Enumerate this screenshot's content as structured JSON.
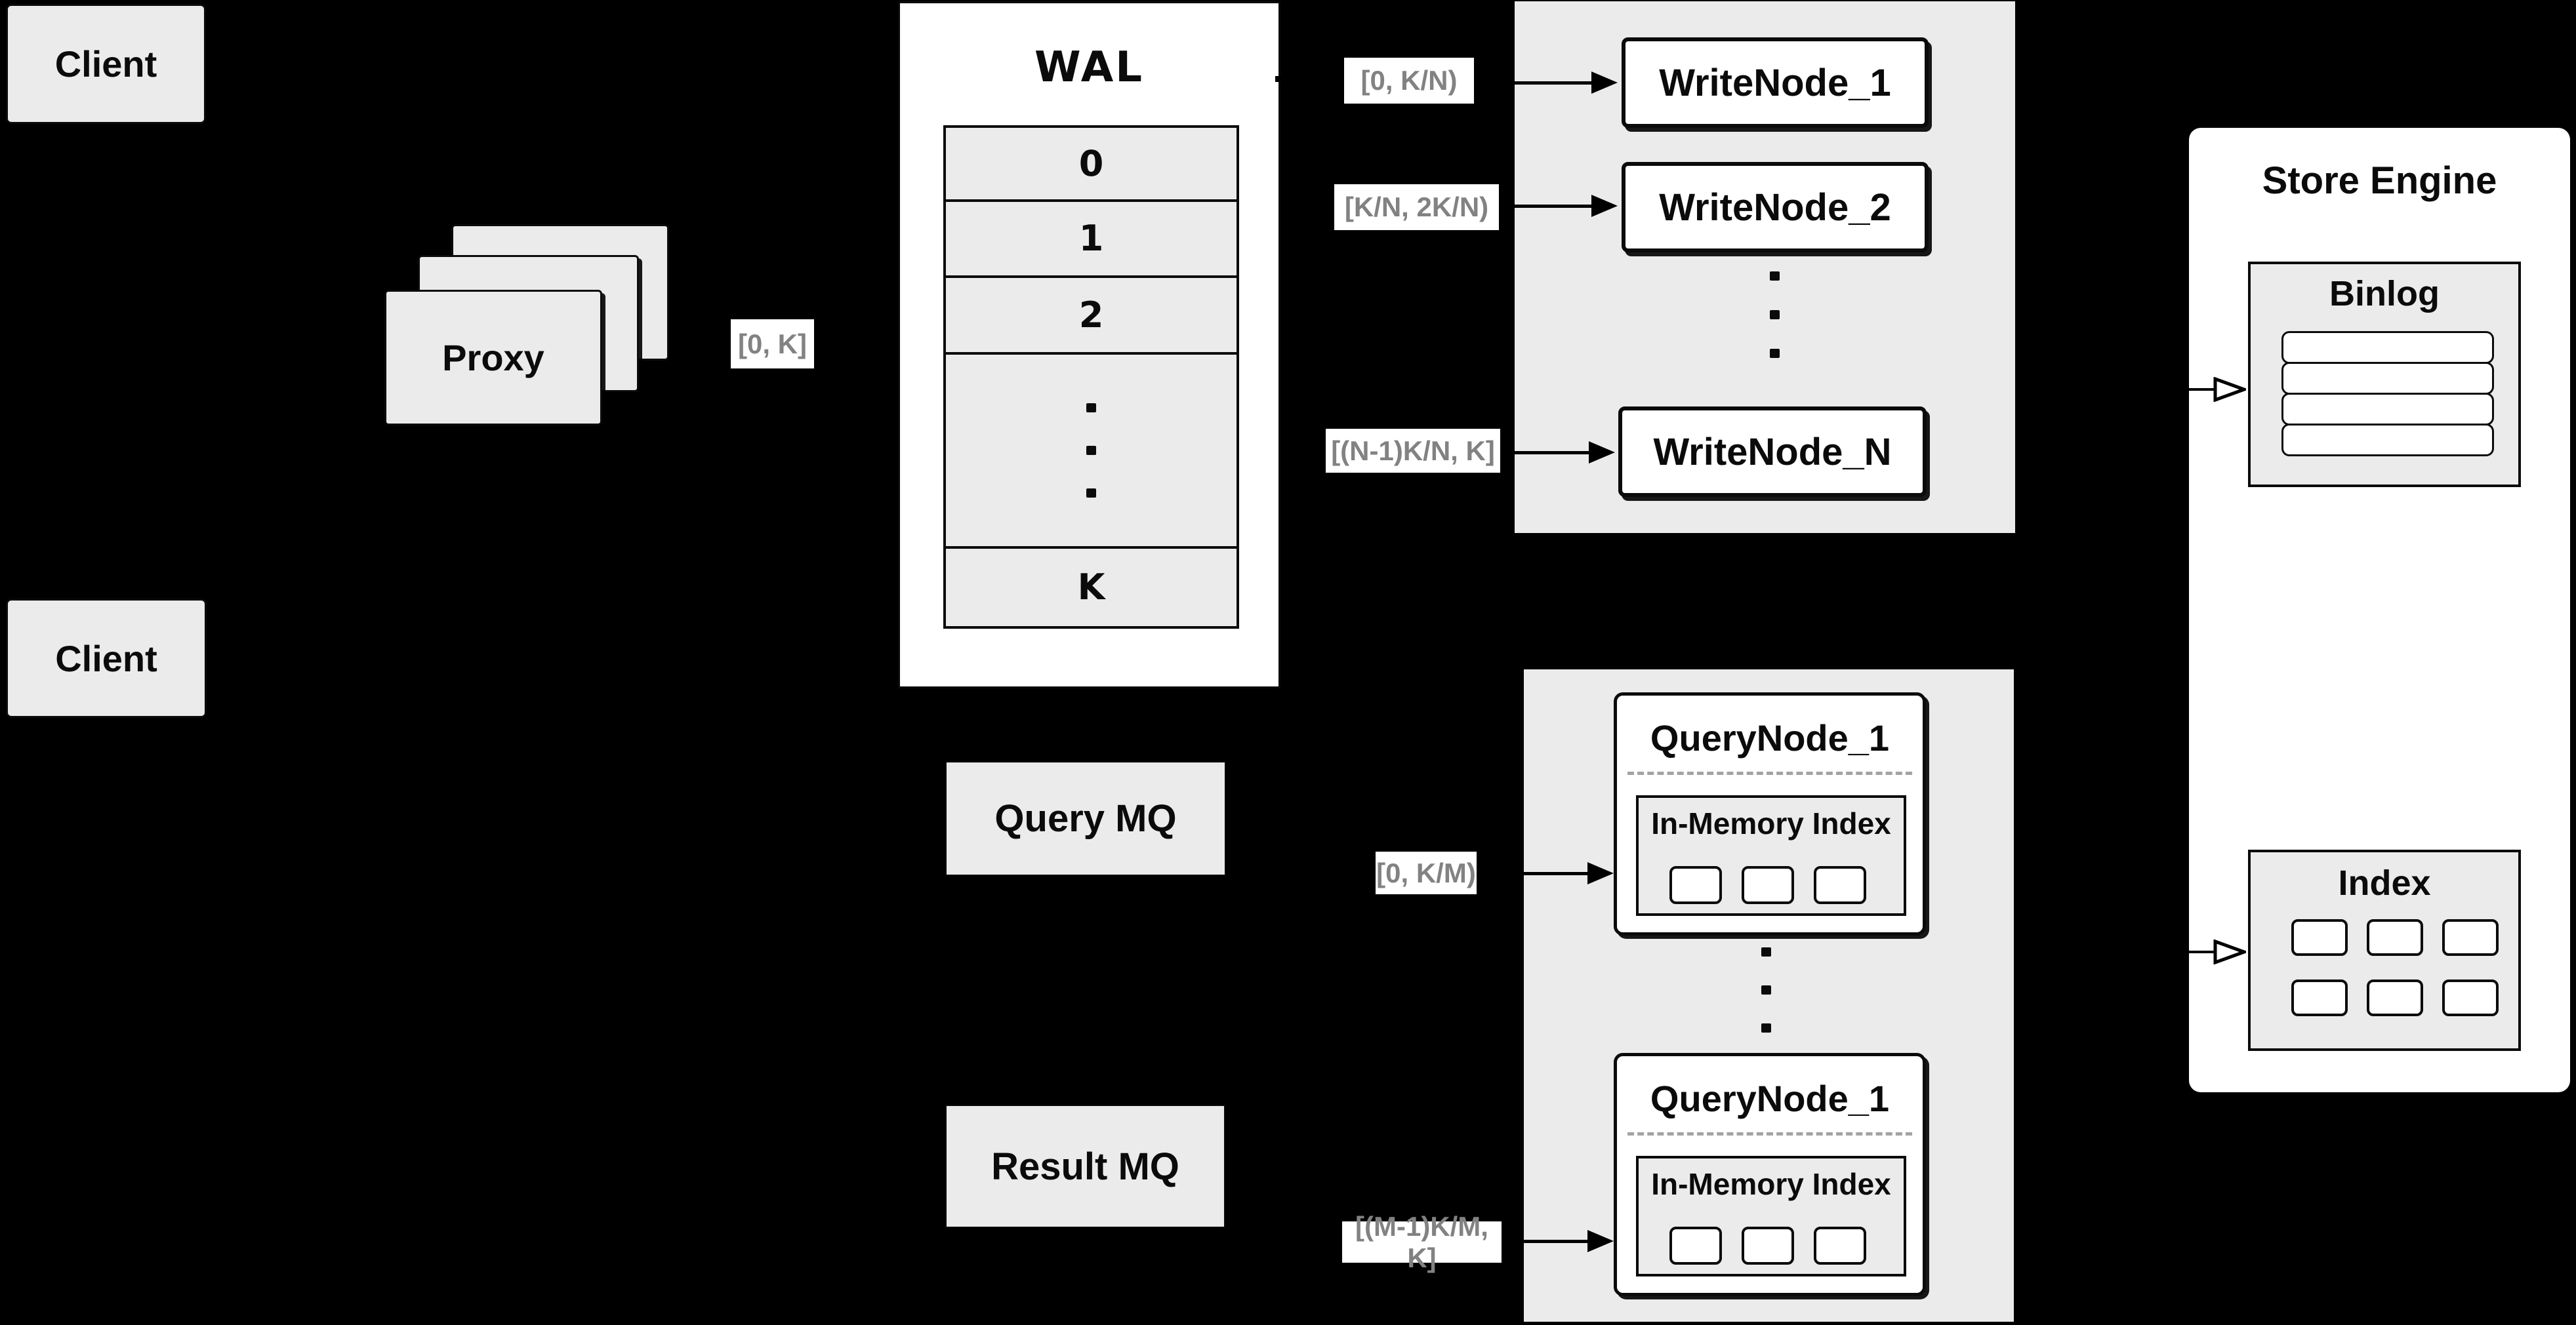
{
  "clients": {
    "top_label": "Client",
    "bottom_label": "Client"
  },
  "proxy": {
    "front_label": "Proxy"
  },
  "flow_labels": {
    "proxy_out": "[0, K]",
    "write_node_1": "[0, K/N)",
    "write_node_2": "[K/N, 2K/N)",
    "write_node_n": "[(N-1)K/N, K]",
    "query_node_1": "[0, K/M)",
    "query_node_m": "[(M-1)K/M, K]"
  },
  "wal": {
    "title": "WAL",
    "row_0": "0",
    "row_1": "1",
    "row_2": "2",
    "row_k": "K"
  },
  "write_group": {
    "node_1": "WriteNode_1",
    "node_2": "WriteNode_2",
    "node_n": "WriteNode_N"
  },
  "store_engine": {
    "title": "Store Engine",
    "binlog_title": "Binlog",
    "index_title": "Index"
  },
  "query_group": {
    "node_top_title": "QueryNode_1",
    "node_bottom_title": "QueryNode_1",
    "in_memory_label": "In-Memory Index"
  },
  "mq": {
    "query_label": "Query MQ",
    "result_label": "Result MQ"
  },
  "colors": {
    "background": "#000000",
    "panel_gray": "#ebebeb",
    "box_white": "#ffffff",
    "line_black": "#0b0b0b",
    "label_text_gray": "#828282"
  }
}
